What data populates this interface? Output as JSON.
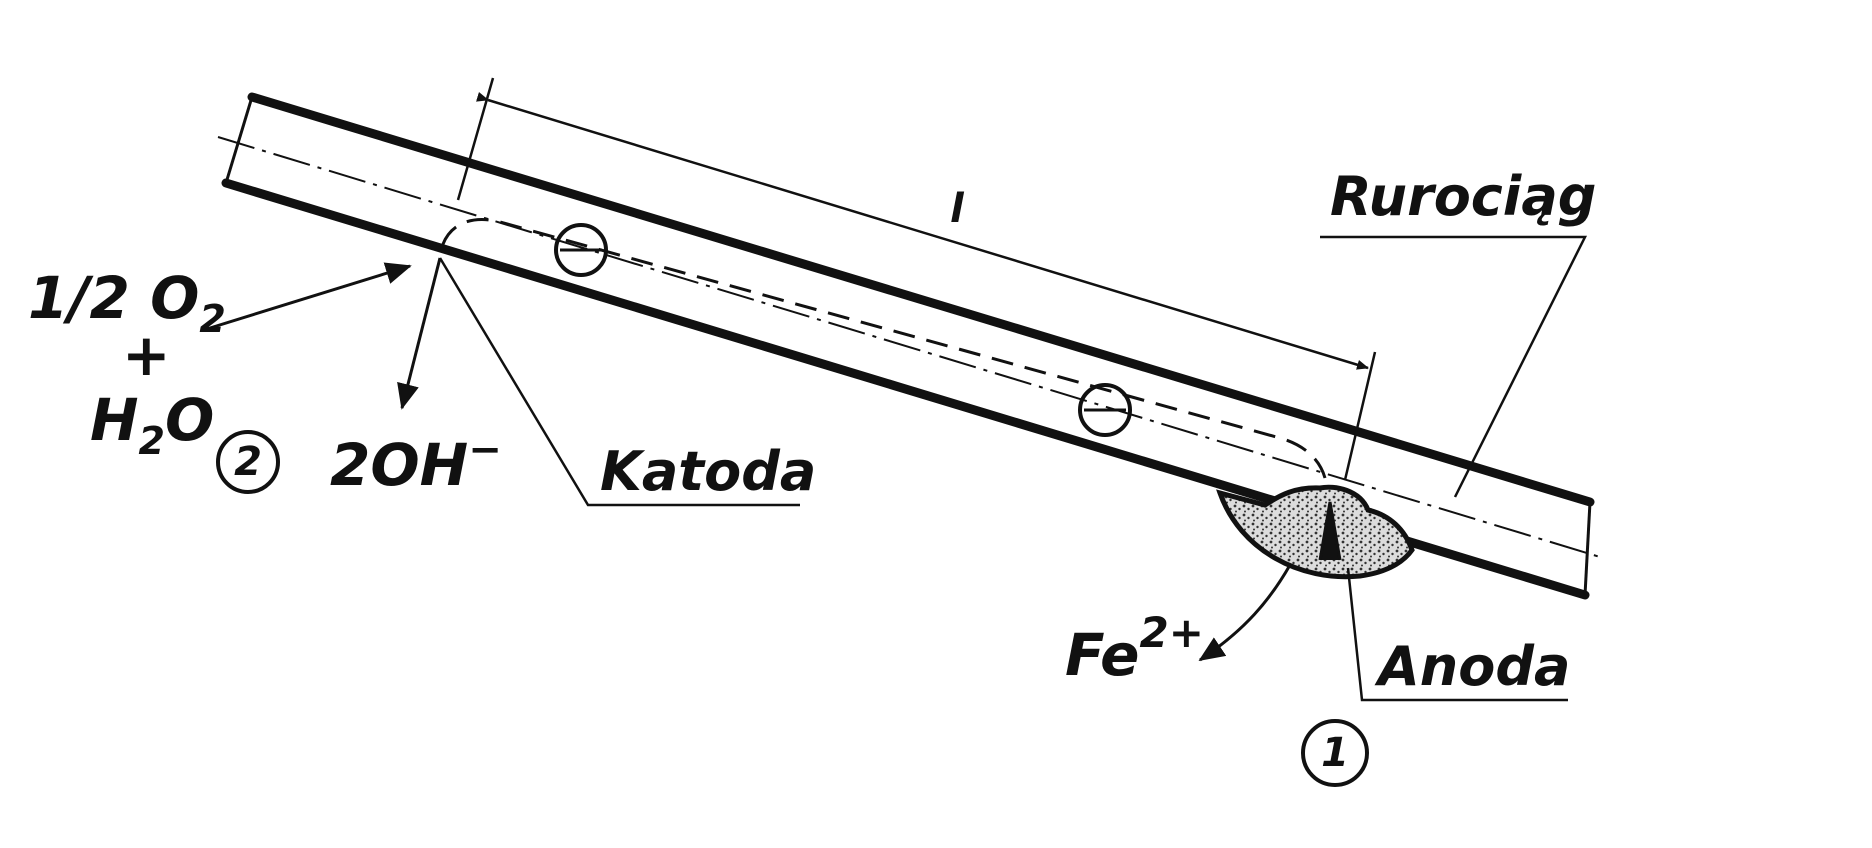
{
  "labels": {
    "dimension": "l",
    "pipeline": "Rurociąg",
    "cathode": "Katoda",
    "anode": "Anoda",
    "reactant_o2": "1/2 O",
    "reactant_o2_sub": "2",
    "plus": "+",
    "reactant_h2o_h": "H",
    "reactant_h2o_sub": "2",
    "reactant_h2o_o": "O",
    "hydroxide": "2OH",
    "hydroxide_sup": "−",
    "iron_ion": "Fe",
    "iron_ion_sup": "2+",
    "marker_1": "1",
    "marker_2": "2"
  },
  "colors": {
    "ink": "#111111",
    "background": "#ffffff",
    "stipple": "#333333"
  }
}
